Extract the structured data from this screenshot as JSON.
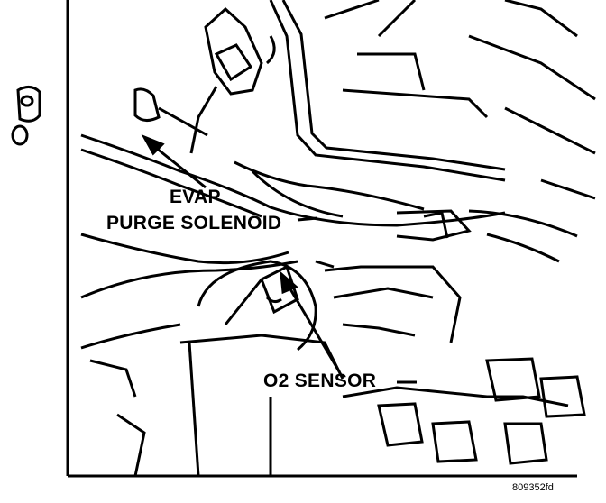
{
  "labels": {
    "evap_line1": "EVAP",
    "evap_line2": "PURGE SOLENOID",
    "o2_sensor": "O2 SENSOR",
    "figure_id": "809352fd"
  },
  "colors": {
    "ink": "#000000",
    "paper": "#ffffff"
  }
}
